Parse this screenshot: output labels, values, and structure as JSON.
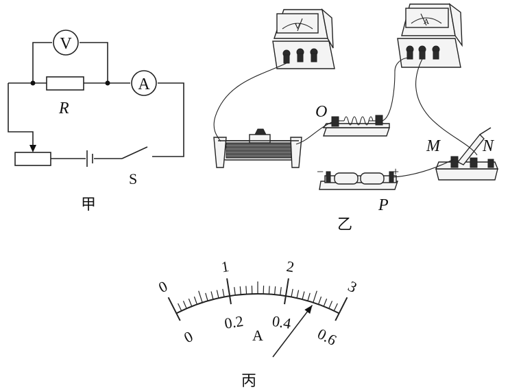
{
  "circuit": {
    "voltmeter_symbol": "V",
    "ammeter_symbol": "A",
    "resistor_label": "R",
    "switch_label": "S",
    "caption": "甲"
  },
  "physical": {
    "voltmeter_face_letter": "V",
    "ammeter_face_letter": "A",
    "coil_terminal_label": "O",
    "switch_terminal_left": "M",
    "switch_terminal_right": "N",
    "battery_terminal_label": "P",
    "battery_minus": "−",
    "battery_plus": "+",
    "caption": "乙"
  },
  "meter": {
    "upper_scale": [
      "0",
      "1",
      "2",
      "3"
    ],
    "lower_scale": [
      "0",
      "0.2",
      "0.4",
      "0.6"
    ],
    "unit": "A",
    "needle_value": 0.5,
    "caption": "丙"
  }
}
